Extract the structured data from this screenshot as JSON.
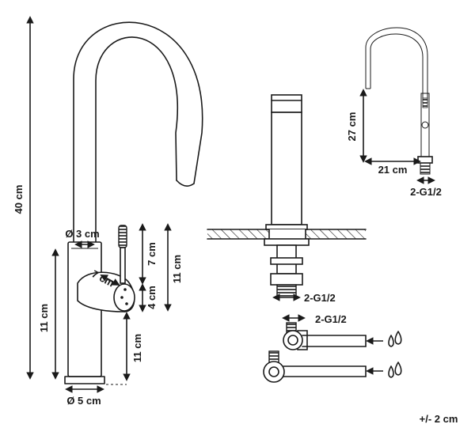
{
  "labels": {
    "height_total": "40 cm",
    "spout_diameter": "Ø 3 cm",
    "handle_length": "7 cm",
    "lever_height": "7 cm",
    "upper_span": "11 cm",
    "lever_offset": "4 cm",
    "body_height_left": "11 cm",
    "body_height_right": "11 cm",
    "base_diameter": "Ø 5 cm",
    "connector_top": "2-G1/2",
    "connector_mid": "2-G1/2",
    "thumb_height": "27 cm",
    "thumb_width": "21 cm",
    "thumb_connector": "2-G1/2",
    "tolerance": "+/- 2 cm"
  },
  "icons": {
    "water_top": "water-drops-icon",
    "water_bottom": "water-drops-icon"
  }
}
